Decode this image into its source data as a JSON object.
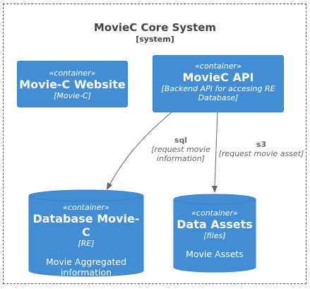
{
  "system": {
    "title": "MovieC Core System",
    "tag": "[system]"
  },
  "website": {
    "stereotype": "«container»",
    "name": "Movie-C Website",
    "tech": "[Movie-C]"
  },
  "api": {
    "stereotype": "«container»",
    "name": "MovieC API",
    "tech_line1": "[Backend API for accesing RE",
    "tech_line2": "Database]"
  },
  "database": {
    "stereotype": "«container»",
    "name": "Database Movie-C",
    "tech": "[RE]",
    "desc_line1": "Movie Aggregated",
    "desc_line2": "information"
  },
  "assets": {
    "stereotype": "«container»",
    "name": "Data Assets",
    "tech": "[files]",
    "desc": "Movie Assets"
  },
  "edge_sql": {
    "label": "sql",
    "desc_line1": "[request movie",
    "desc_line2": "information]"
  },
  "edge_s3": {
    "label": "s3",
    "desc": "[request movie asset]"
  },
  "colors": {
    "container": "#438dd5",
    "border": "#3c7fc0",
    "arrow": "#666666"
  }
}
